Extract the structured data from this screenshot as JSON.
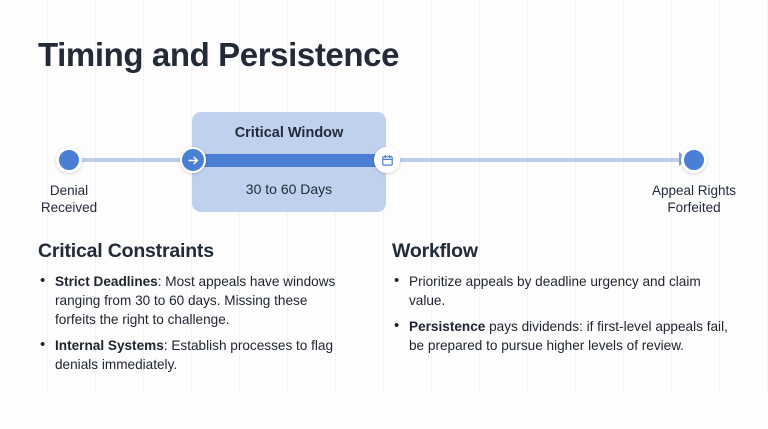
{
  "title": "Timing and Persistence",
  "timeline": {
    "start": {
      "label": "Denial\nReceived",
      "icon": "filled-circle-icon"
    },
    "window": {
      "title": "Critical Window",
      "duration": "30 to 60 Days",
      "start_node_icon": "arrow-right-icon",
      "end_node_icon": "calendar-icon"
    },
    "end": {
      "label": "Appeal Rights\nForfeited",
      "icon": "filled-circle-icon"
    }
  },
  "columns": [
    {
      "heading": "Critical Constraints",
      "bullets": [
        {
          "lead": "Strict Deadlines",
          "text": ": Most appeals have windows ranging from 30 to 60 days. Missing these forfeits the right to challenge."
        },
        {
          "lead": "Internal Systems",
          "text": ": Establish processes to flag denials immediately."
        }
      ]
    },
    {
      "heading": "Workflow",
      "bullets": [
        {
          "lead": "",
          "text": "Prioritize appeals by deadline urgency and claim value."
        },
        {
          "lead": "Persistence",
          "text": " pays dividends: if first-level appeals fail, be prepared to pursue higher levels of review."
        }
      ]
    }
  ],
  "colors": {
    "accent": "#4a7fd4",
    "accent_light": "#bfd1ef",
    "connector": "#bacdec",
    "text_dark": "#232b38",
    "background": "#fdfdfd"
  }
}
